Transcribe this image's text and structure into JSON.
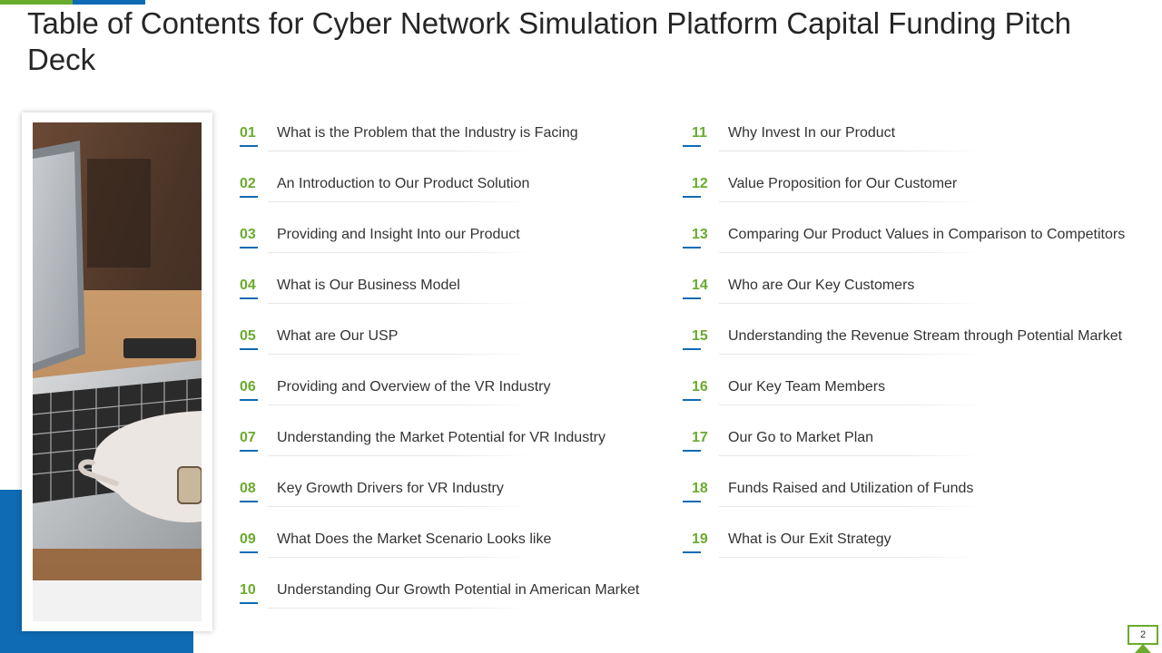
{
  "slide": {
    "title": "Table of Contents for Cyber Network Simulation Platform Capital Funding Pitch Deck",
    "page_number": "2",
    "colors": {
      "accent_green": "#6aab2e",
      "accent_blue": "#0e6bb4"
    },
    "image": "laptop-typing-photo"
  },
  "toc": {
    "left": [
      {
        "num": "01",
        "label": "What is the Problem that the Industry  is Facing"
      },
      {
        "num": "02",
        "label": "An Introduction  to Our Product Solution"
      },
      {
        "num": "03",
        "label": "Providing and Insight Into  our Product"
      },
      {
        "num": "04",
        "label": "What is Our Business Model"
      },
      {
        "num": "05",
        "label": "What are Our USP"
      },
      {
        "num": "06",
        "label": "Providing and Overview  of the VR Industry"
      },
      {
        "num": "07",
        "label": "Understanding the Market Potential for VR Industry"
      },
      {
        "num": "08",
        "label": "Key Growth  Drivers for VR Industry"
      },
      {
        "num": "09",
        "label": "What Does the Market Scenario Looks like"
      },
      {
        "num": "10",
        "label": "Understanding  Our Growth  Potential  in American Market"
      }
    ],
    "right": [
      {
        "num": "11",
        "label": "Why Invest  In our Product"
      },
      {
        "num": "12",
        "label": "Value Proposition for Our Customer"
      },
      {
        "num": "13",
        "label": "Comparing Our Product Values in Comparison to Competitors"
      },
      {
        "num": "14",
        "label": "Who are Our Key Customers"
      },
      {
        "num": "15",
        "label": "Understanding  the Revenue  Stream through  Potential Market"
      },
      {
        "num": "16",
        "label": "Our Key Team Members"
      },
      {
        "num": "17",
        "label": "Our Go to Market Plan"
      },
      {
        "num": "18",
        "label": "Funds Raised and Utilization of Funds"
      },
      {
        "num": "19",
        "label": "What is Our Exit Strategy"
      }
    ]
  }
}
